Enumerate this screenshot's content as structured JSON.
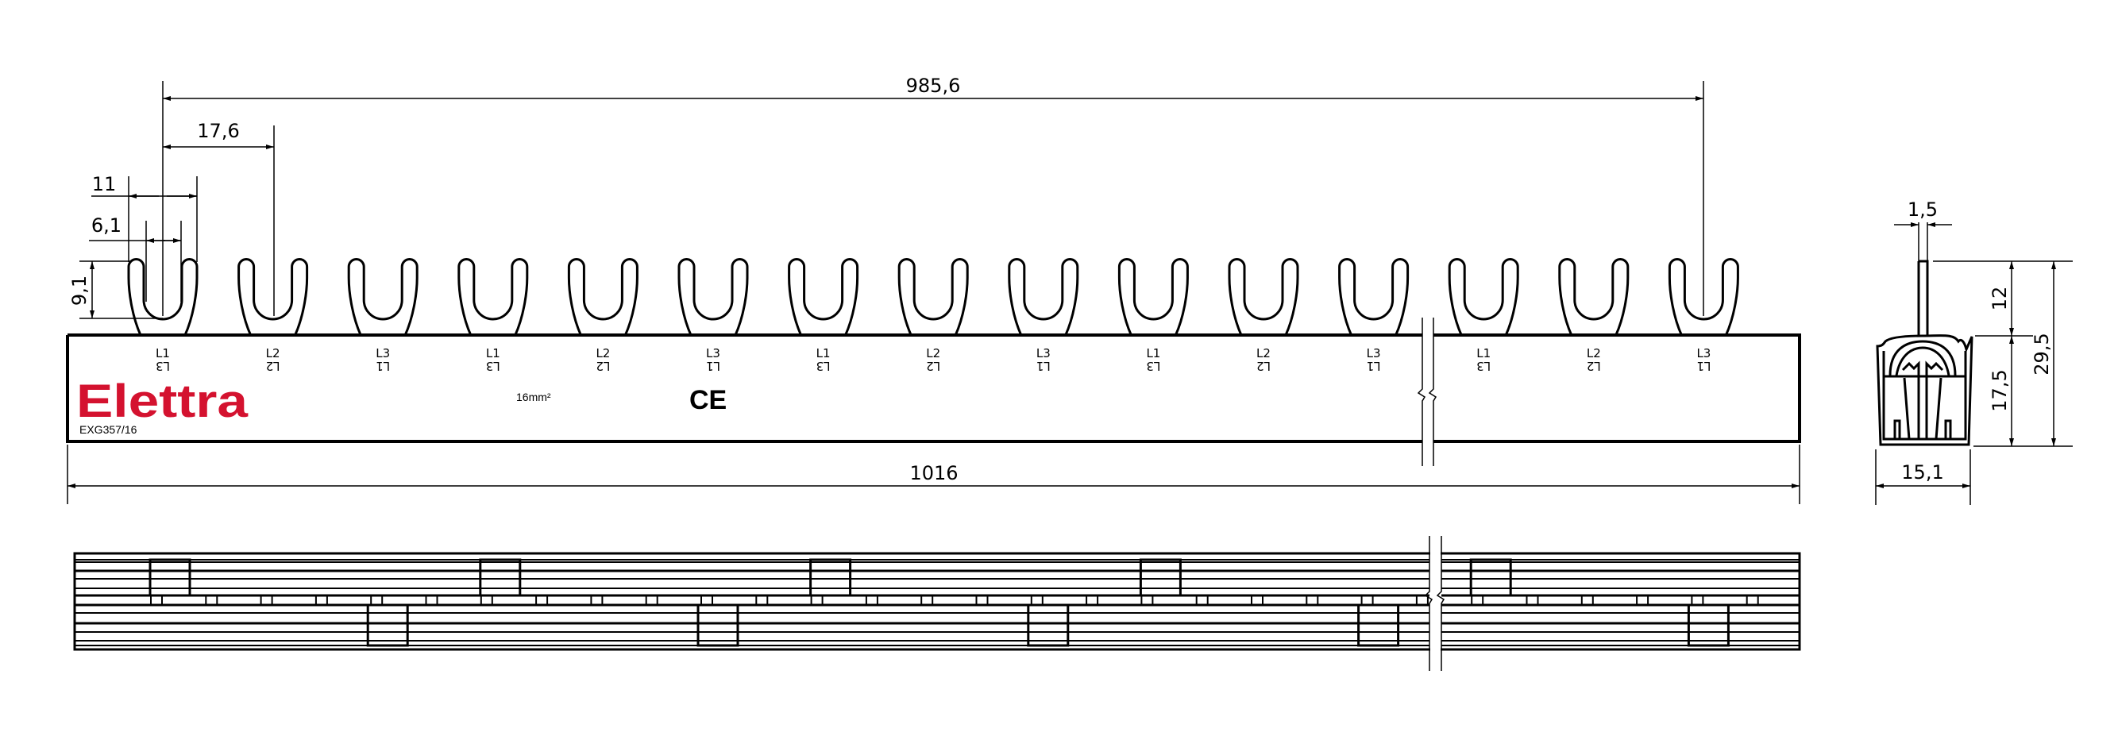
{
  "dimensions": {
    "overall_pitch": "985,6",
    "pitch": "17,6",
    "fork_outer_width": "11",
    "fork_slot_width": "6,1",
    "fork_slot_depth": "9,1",
    "total_length": "1016",
    "blade_thickness": "1,5",
    "blade_height": "12",
    "body_height": "17,5",
    "total_height": "29,5",
    "body_width": "15,1"
  },
  "bar": {
    "brand": "Elettra",
    "part_number": "EXG357/16",
    "cross_section": "16mm²",
    "certification_mark": "CE",
    "brand_color": "#d4122f"
  },
  "phase_labels": [
    {
      "top": "L1",
      "bottom": "L3"
    },
    {
      "top": "L2",
      "bottom": "L2"
    },
    {
      "top": "L3",
      "bottom": "L1"
    },
    {
      "top": "L1",
      "bottom": "L3"
    },
    {
      "top": "L2",
      "bottom": "L2"
    },
    {
      "top": "L3",
      "bottom": "L1"
    },
    {
      "top": "L1",
      "bottom": "L3"
    },
    {
      "top": "L2",
      "bottom": "L2"
    },
    {
      "top": "L3",
      "bottom": "L1"
    },
    {
      "top": "L1",
      "bottom": "L3"
    },
    {
      "top": "L2",
      "bottom": "L2"
    },
    {
      "top": "L3",
      "bottom": "L1"
    },
    {
      "top": "L1",
      "bottom": "L3"
    },
    {
      "top": "L2",
      "bottom": "L2"
    },
    {
      "top": "L3",
      "bottom": "L1"
    }
  ]
}
